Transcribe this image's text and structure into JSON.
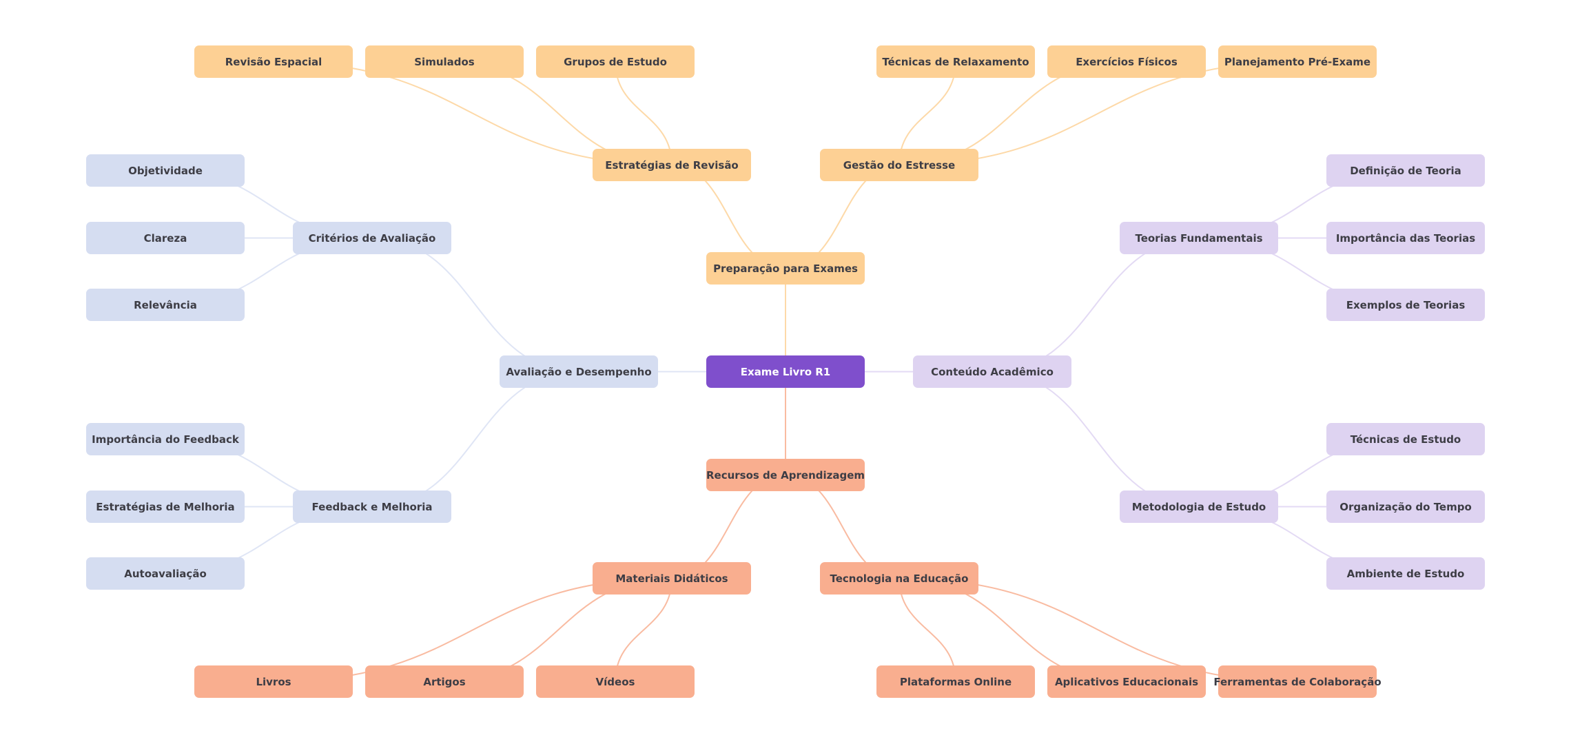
{
  "colors": {
    "root": "#7f4fcc",
    "prep": "#fdd094",
    "recursos": "#f9ae8f",
    "avaliacao": "#d5ddf1",
    "conteudo": "#ded3f1",
    "edge_prep": "#fdd9a8",
    "edge_recursos": "#f9bba1",
    "edge_avaliacao": "#dfe5f5",
    "edge_conteudo": "#e3daf4"
  },
  "mindmap": {
    "root": {
      "id": "root",
      "label": "Exame Livro R1",
      "group": "root"
    },
    "nodes": [
      {
        "id": "prep",
        "label": "Preparação para Exames",
        "group": "prep",
        "parent": "root"
      },
      {
        "id": "estrategias",
        "label": "Estratégias de Revisão",
        "group": "prep",
        "parent": "prep"
      },
      {
        "id": "gestao",
        "label": "Gestão do Estresse",
        "group": "prep",
        "parent": "prep"
      },
      {
        "id": "revisao-espacial",
        "label": "Revisão Espacial",
        "group": "prep",
        "parent": "estrategias"
      },
      {
        "id": "simulados",
        "label": "Simulados",
        "group": "prep",
        "parent": "estrategias"
      },
      {
        "id": "grupos",
        "label": "Grupos de Estudo",
        "group": "prep",
        "parent": "estrategias"
      },
      {
        "id": "relaxamento",
        "label": "Técnicas de Relaxamento",
        "group": "prep",
        "parent": "gestao"
      },
      {
        "id": "exercicios",
        "label": "Exercícios Físicos",
        "group": "prep",
        "parent": "gestao"
      },
      {
        "id": "planejamento",
        "label": "Planejamento Pré-Exame",
        "group": "prep",
        "parent": "gestao"
      },
      {
        "id": "avaliacao",
        "label": "Avaliação e Desempenho",
        "group": "avaliacao",
        "parent": "root"
      },
      {
        "id": "criterios",
        "label": "Critérios de Avaliação",
        "group": "avaliacao",
        "parent": "avaliacao"
      },
      {
        "id": "feedback",
        "label": "Feedback e Melhoria",
        "group": "avaliacao",
        "parent": "avaliacao"
      },
      {
        "id": "objetividade",
        "label": "Objetividade",
        "group": "avaliacao",
        "parent": "criterios"
      },
      {
        "id": "clareza",
        "label": "Clareza",
        "group": "avaliacao",
        "parent": "criterios"
      },
      {
        "id": "relevancia",
        "label": "Relevância",
        "group": "avaliacao",
        "parent": "criterios"
      },
      {
        "id": "imp-feedback",
        "label": "Importância do Feedback",
        "group": "avaliacao",
        "parent": "feedback"
      },
      {
        "id": "estr-melhoria",
        "label": "Estratégias de Melhoria",
        "group": "avaliacao",
        "parent": "feedback"
      },
      {
        "id": "autoavaliacao",
        "label": "Autoavaliação",
        "group": "avaliacao",
        "parent": "feedback"
      },
      {
        "id": "conteudo",
        "label": "Conteúdo Acadêmico",
        "group": "conteudo",
        "parent": "root"
      },
      {
        "id": "teorias",
        "label": "Teorias Fundamentais",
        "group": "conteudo",
        "parent": "conteudo"
      },
      {
        "id": "metodologia",
        "label": "Metodologia de Estudo",
        "group": "conteudo",
        "parent": "conteudo"
      },
      {
        "id": "definicao",
        "label": "Definição de Teoria",
        "group": "conteudo",
        "parent": "teorias"
      },
      {
        "id": "importancia-teorias",
        "label": "Importância das Teorias",
        "group": "conteudo",
        "parent": "teorias"
      },
      {
        "id": "exemplos",
        "label": "Exemplos de Teorias",
        "group": "conteudo",
        "parent": "teorias"
      },
      {
        "id": "tecnicas-estudo",
        "label": "Técnicas de Estudo",
        "group": "conteudo",
        "parent": "metodologia"
      },
      {
        "id": "org-tempo",
        "label": "Organização do Tempo",
        "group": "conteudo",
        "parent": "metodologia"
      },
      {
        "id": "ambiente",
        "label": "Ambiente de Estudo",
        "group": "conteudo",
        "parent": "metodologia"
      },
      {
        "id": "recursos",
        "label": "Recursos de Aprendizagem",
        "group": "recursos",
        "parent": "root"
      },
      {
        "id": "materiais",
        "label": "Materiais Didáticos",
        "group": "recursos",
        "parent": "recursos"
      },
      {
        "id": "tecnologia",
        "label": "Tecnologia na Educação",
        "group": "recursos",
        "parent": "recursos"
      },
      {
        "id": "livros",
        "label": "Livros",
        "group": "recursos",
        "parent": "materiais"
      },
      {
        "id": "artigos",
        "label": "Artigos",
        "group": "recursos",
        "parent": "materiais"
      },
      {
        "id": "videos",
        "label": "Vídeos",
        "group": "recursos",
        "parent": "materiais"
      },
      {
        "id": "plataformas",
        "label": "Plataformas Online",
        "group": "recursos",
        "parent": "tecnologia"
      },
      {
        "id": "aplicativos",
        "label": "Aplicativos Educacionais",
        "group": "recursos",
        "parent": "tecnologia"
      },
      {
        "id": "ferramentas",
        "label": "Ferramentas de Colaboração",
        "group": "recursos",
        "parent": "tecnologia"
      }
    ]
  }
}
